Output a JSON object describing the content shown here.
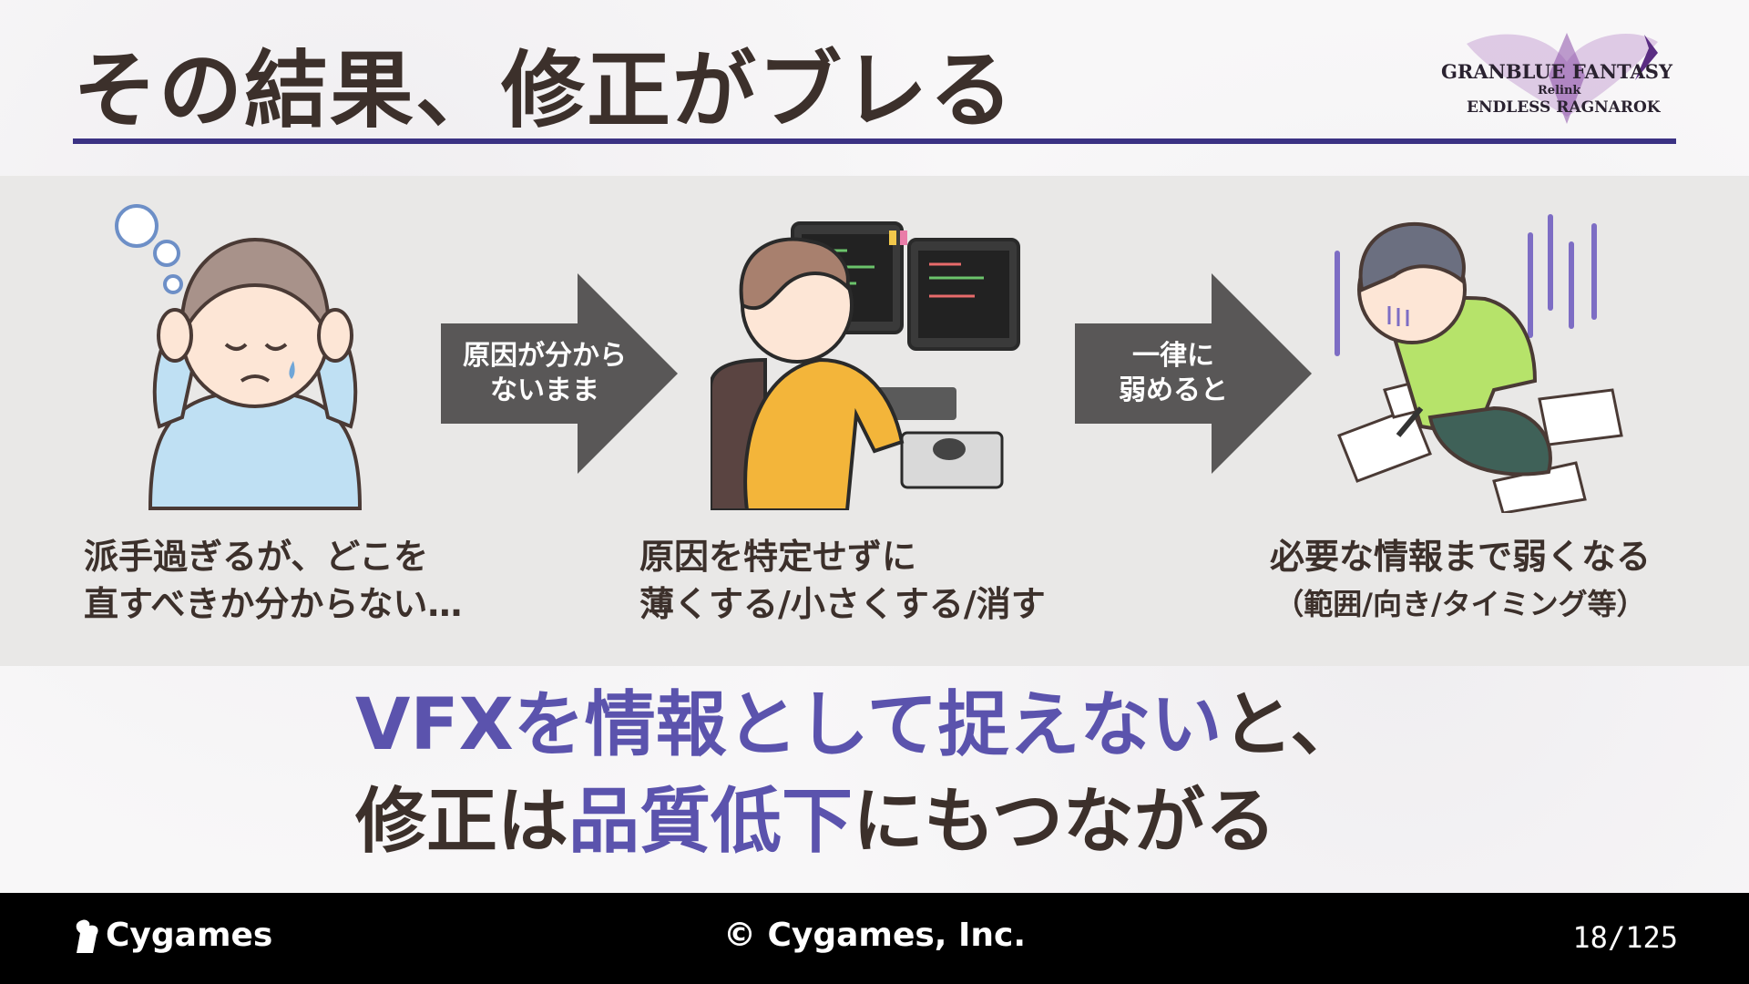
{
  "slide": {
    "title": "その結果、修正がブレる",
    "logo": {
      "line1": "GRANBLUE FANTASY",
      "line2": "Relink",
      "line3": "ENDLESS RAGNAROK"
    },
    "steps": [
      {
        "caption_line1": "派手過ぎるが、どこを",
        "caption_line2": "直すべきか分からない…"
      },
      {
        "caption_line1": "原因を特定せずに",
        "caption_line2": "薄くする/小さくする/消す"
      },
      {
        "caption_line1": "必要な情報まで弱くなる",
        "caption_line2": "（範囲/向き/タイミング等）"
      }
    ],
    "arrows": [
      {
        "line1": "原因が分から",
        "line2": "ないまま"
      },
      {
        "line1": "一律に",
        "line2": "弱めると"
      }
    ],
    "message": {
      "line1_accent": "VFXを情報として捉えない",
      "line1_rest": "と、",
      "line2_pre": "修正は",
      "line2_accent": "品質低下",
      "line2_rest": "にもつながる"
    }
  },
  "footer": {
    "brand": "Cygames",
    "copyright": "© Cygames, Inc.",
    "page": "18/125"
  },
  "colors": {
    "rule": "#3b3283",
    "accent": "#5b53ad",
    "arrow": "#595757",
    "panel": "#e9e8e7",
    "footer": "#000000"
  }
}
